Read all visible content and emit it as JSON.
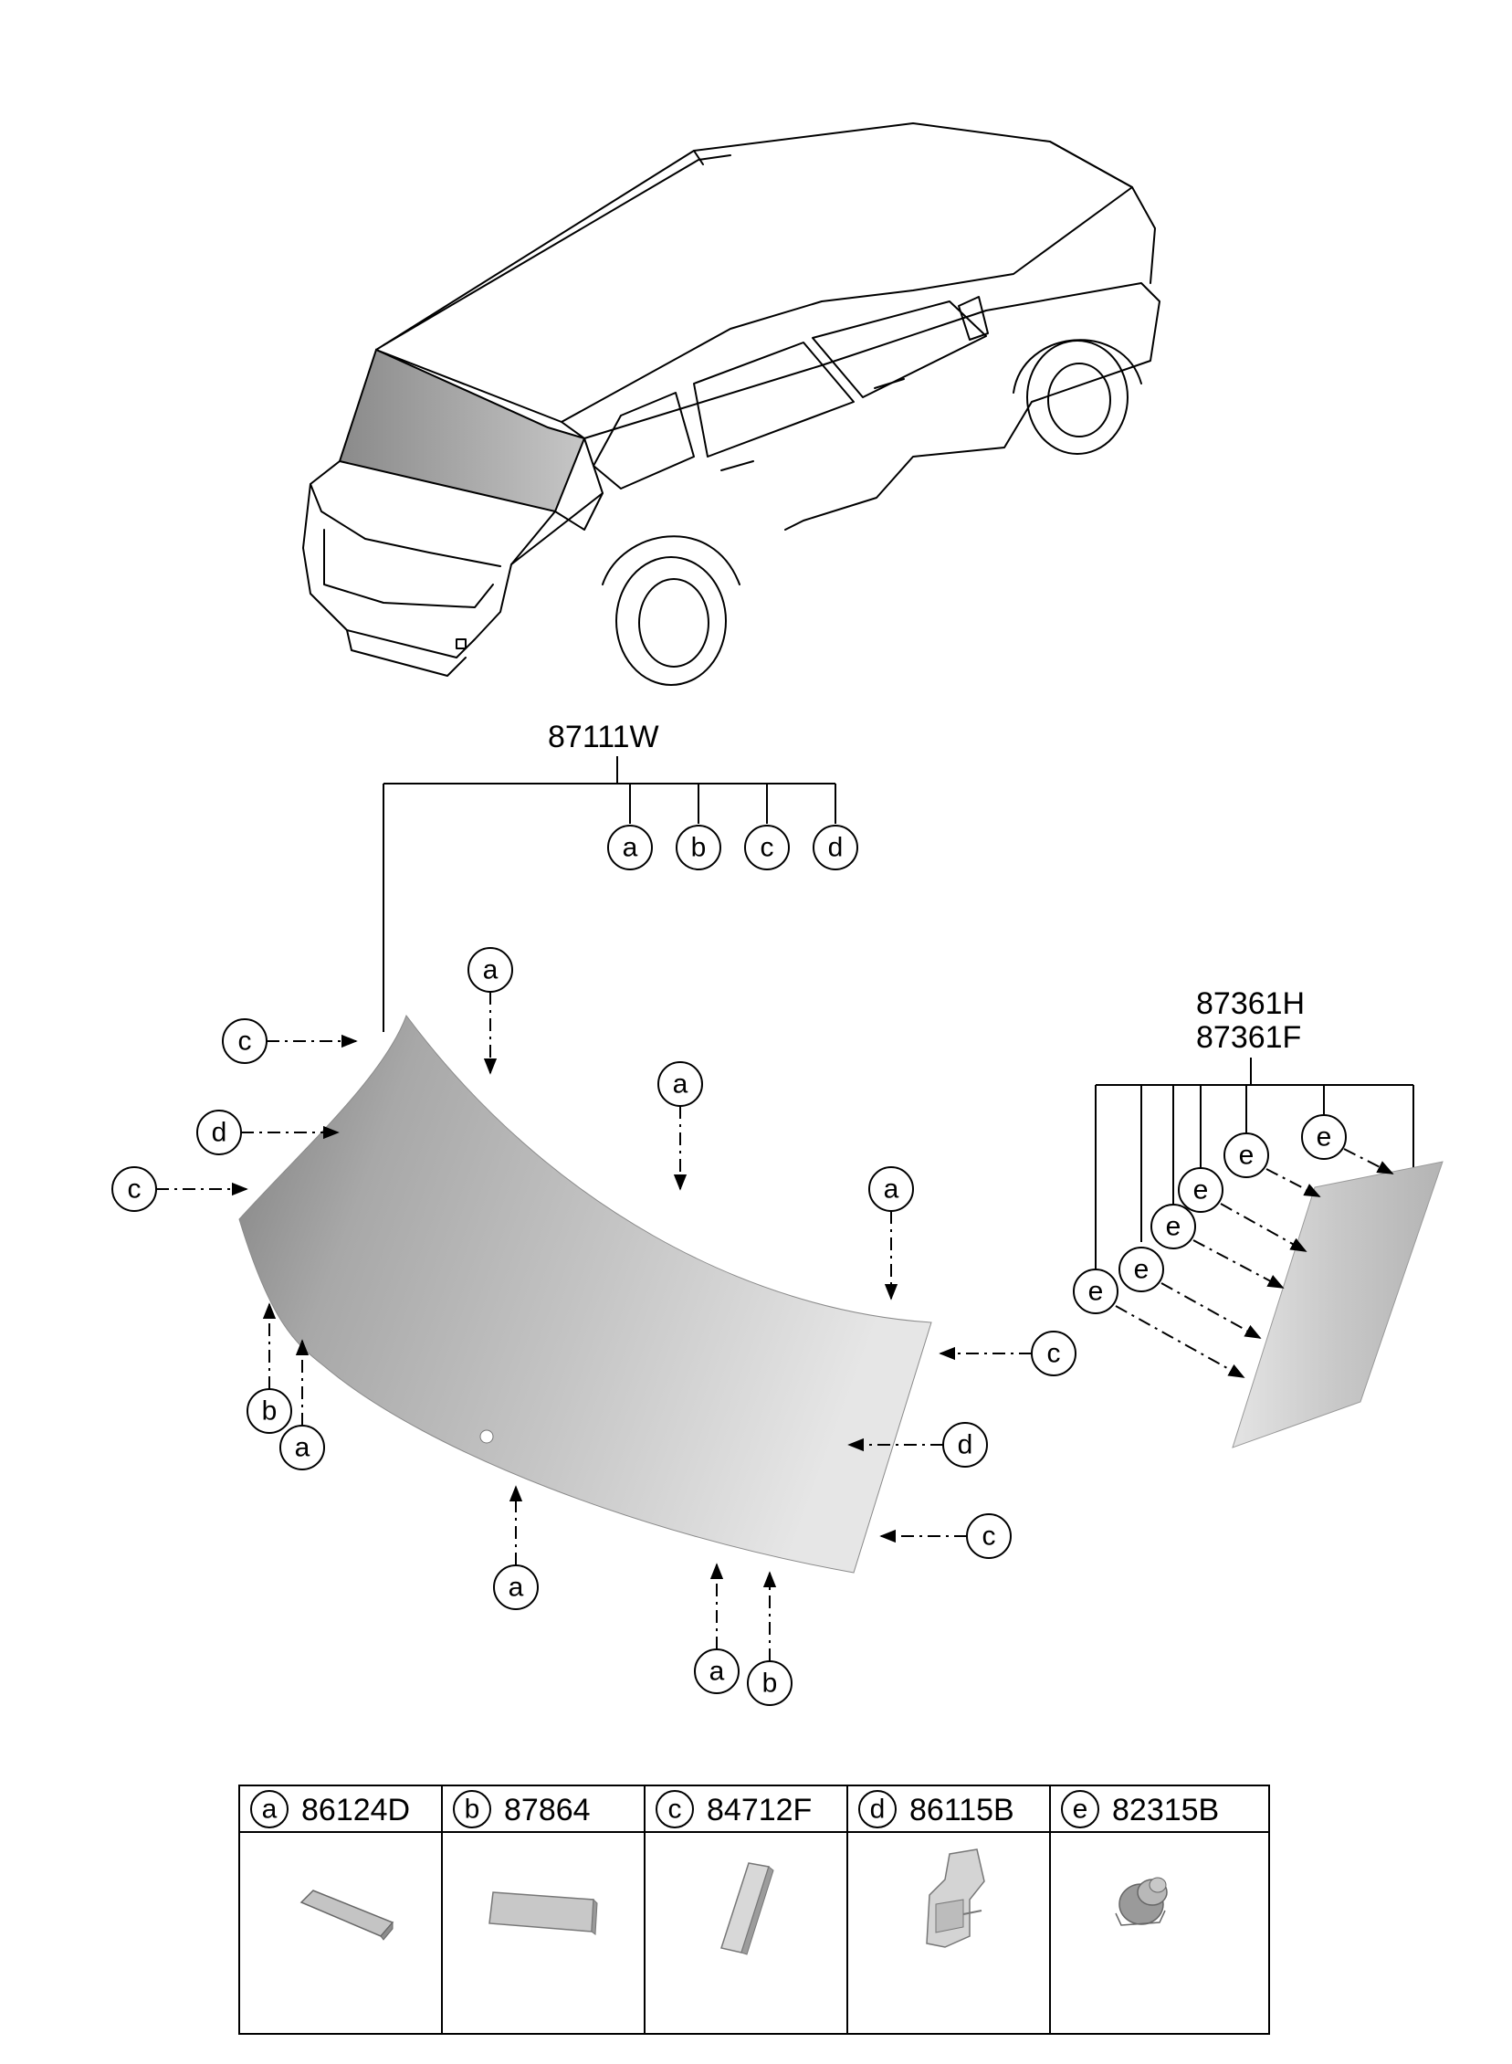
{
  "assembly": {
    "part_number": "87111W",
    "sub_callouts": [
      "a",
      "b",
      "c",
      "d"
    ]
  },
  "moulding": {
    "part_numbers": [
      "87361H",
      "87361F"
    ],
    "callouts": [
      "e",
      "e",
      "e",
      "e",
      "e",
      "e"
    ]
  },
  "glass_callouts": [
    "a",
    "c",
    "d",
    "c",
    "a",
    "a",
    "b",
    "a",
    "c",
    "d",
    "c",
    "a",
    "a",
    "b"
  ],
  "legend": [
    {
      "letter": "a",
      "part": "86124D"
    },
    {
      "letter": "b",
      "part": "87864"
    },
    {
      "letter": "c",
      "part": "84712F"
    },
    {
      "letter": "d",
      "part": "86115B"
    },
    {
      "letter": "e",
      "part": "82315B"
    }
  ],
  "colors": {
    "glass_dark": "#8c8c8c",
    "glass_mid": "#b4b4b4",
    "glass_light": "#e0e0e0",
    "part_gray": "#c4c4c4",
    "line": "#000000"
  }
}
